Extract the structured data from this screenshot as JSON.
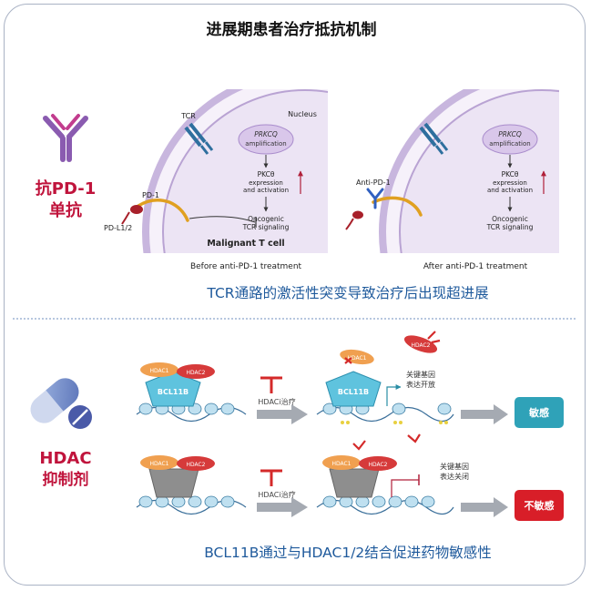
{
  "title": "进展期患者治疗抵抗机制",
  "top_section": {
    "drug_label_line1": "抗PD-1",
    "drug_label_line2": "单抗",
    "panel_before": {
      "tcr": "TCR",
      "nucleus": "Nucleus",
      "prkcq": "PRKCQ",
      "amplification": "amplification",
      "pkc_line1": "PKCθ",
      "pkc_line2": "expression",
      "pkc_line3": "and activation",
      "onc_line1": "Oncogenic",
      "onc_line2": "TCR signaling",
      "pd1": "PD-1",
      "pdl": "PD-L1/2",
      "malignant": "Malignant T cell",
      "caption": "Before anti-PD-1 treatment"
    },
    "panel_after": {
      "prkcq": "PRKCQ",
      "amplification": "amplification",
      "pkc_line1": "PKCθ",
      "pkc_line2": "expression",
      "pkc_line3": "and activation",
      "onc_line1": "Oncogenic",
      "onc_line2": "TCR signaling",
      "anti_pd1": "Anti-PD-1",
      "caption": "After anti-PD-1 treatment"
    },
    "conclusion": "TCR通路的激活性突变导致治疗后出现超进展"
  },
  "bottom_section": {
    "drug_label_line1": "HDAC",
    "drug_label_line2": "抑制剂",
    "row1": {
      "hdac1": "HDAC1",
      "hdac2": "HDAC2",
      "bcl11b": "BCL11B",
      "treatment": "HDACi治疗",
      "hdac1_after": "HDAC1",
      "hdac2_after": "HDAC2",
      "bcl11b_after": "BCL11B",
      "gene_line1": "关键基因",
      "gene_line2": "表达开放",
      "result": "敏感"
    },
    "row2": {
      "hdac1": "HDAC1",
      "hdac2": "HDAC2",
      "treatment": "HDACi治疗",
      "hdac1_after": "HDAC1",
      "hdac2_after": "HDAC2",
      "gene_line1": "关键基因",
      "gene_line2": "表达关闭",
      "result": "不敏感"
    },
    "conclusion": "BCL11B通过与HDAC1/2结合促进药物敏感性"
  },
  "colors": {
    "accent_red": "#c0143c",
    "title_blue": "#1f5a9c",
    "nucleus_purple": "#e4dcef",
    "teal_box": "#2fa2b8",
    "red_box": "#d81e28",
    "gray_arrow": "#a5aab2",
    "hdac1_orange": "#f0a050",
    "hdac2_red": "#d63a3a",
    "bcl11b_cyan": "#5fc3de"
  },
  "icons": [
    "antibody-icon",
    "capsule-pill-icon",
    "inhibitor-t-icon",
    "dna-nucleosome-icon"
  ]
}
